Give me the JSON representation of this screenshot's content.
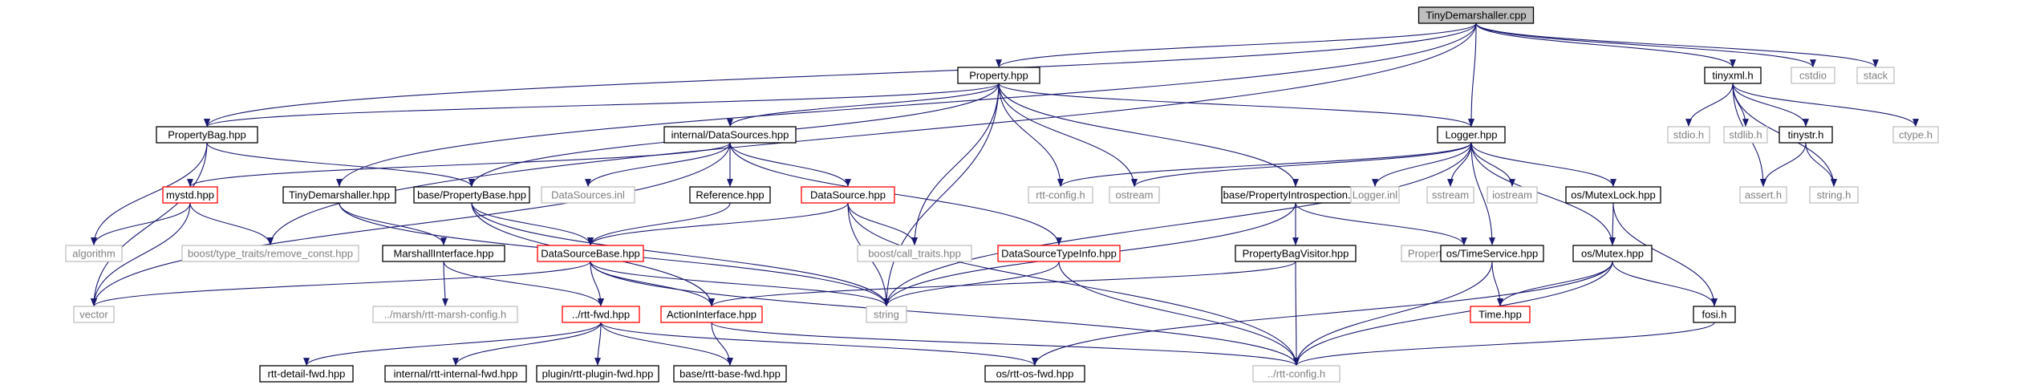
{
  "colors": {
    "edge": "#191970",
    "root_fill": "#bfbfbf",
    "normal_border": "#000000",
    "missing_border": "#bfbfbf",
    "missing_text": "#7f7f7f",
    "link_border": "#ff0000"
  },
  "nodes": {
    "n_root": {
      "label": "TinyDemarshaller.cpp",
      "style": "root"
    },
    "n_prop": {
      "label": "Property.hpp",
      "style": "normal"
    },
    "n_tinyxml": {
      "label": "tinyxml.h",
      "style": "normal"
    },
    "n_cstdio": {
      "label": "cstdio",
      "style": "missing"
    },
    "n_stack": {
      "label": "stack",
      "style": "missing"
    },
    "n_pbag": {
      "label": "PropertyBag.hpp",
      "style": "normal"
    },
    "n_ids": {
      "label": "internal/DataSources.hpp",
      "style": "normal"
    },
    "n_logger": {
      "label": "Logger.hpp",
      "style": "normal"
    },
    "n_stdioh": {
      "label": "stdio.h",
      "style": "missing"
    },
    "n_stdlib": {
      "label": "stdlib.h",
      "style": "missing"
    },
    "n_tinystr": {
      "label": "tinystr.h",
      "style": "normal"
    },
    "n_ctype": {
      "label": "ctype.h",
      "style": "missing"
    },
    "n_mystd": {
      "label": "mystd.hpp",
      "style": "link"
    },
    "n_tdemh": {
      "label": "TinyDemarshaller.hpp",
      "style": "normal"
    },
    "n_pbase": {
      "label": "base/PropertyBase.hpp",
      "style": "normal"
    },
    "n_dsinl": {
      "label": "DataSources.inl",
      "style": "missing"
    },
    "n_ref": {
      "label": "Reference.hpp",
      "style": "normal"
    },
    "n_ds": {
      "label": "DataSource.hpp",
      "style": "link"
    },
    "n_rttcfg": {
      "label": "rtt-config.h",
      "style": "missing"
    },
    "n_ostream": {
      "label": "ostream",
      "style": "missing"
    },
    "n_pintro": {
      "label": "base/PropertyIntrospection.hpp",
      "style": "normal"
    },
    "n_loginl": {
      "label": "Logger.inl",
      "style": "missing"
    },
    "n_sstream": {
      "label": "sstream",
      "style": "missing"
    },
    "n_iostream": {
      "label": "iostream",
      "style": "missing"
    },
    "n_mutexlk": {
      "label": "os/MutexLock.hpp",
      "style": "normal"
    },
    "n_assert": {
      "label": "assert.h",
      "style": "missing"
    },
    "n_stringh": {
      "label": "string.h",
      "style": "missing"
    },
    "n_algo": {
      "label": "algorithm",
      "style": "missing"
    },
    "n_rmconst": {
      "label": "boost/type_traits/remove_const.hpp",
      "style": "missing"
    },
    "n_marsh": {
      "label": "MarshallInterface.hpp",
      "style": "normal"
    },
    "n_dsbase": {
      "label": "DataSourceBase.hpp",
      "style": "link"
    },
    "n_calltr": {
      "label": "boost/call_traits.hpp",
      "style": "missing"
    },
    "n_dstinfo": {
      "label": "DataSourceTypeInfo.hpp",
      "style": "link"
    },
    "n_pbvis": {
      "label": "PropertyBagVisitor.hpp",
      "style": "normal"
    },
    "n_pinl": {
      "label": "PropertyIntrospection.inl",
      "style": "missing"
    },
    "n_timesvc": {
      "label": "os/TimeService.hpp",
      "style": "normal"
    },
    "n_mutex": {
      "label": "os/Mutex.hpp",
      "style": "normal"
    },
    "n_vector": {
      "label": "vector",
      "style": "missing"
    },
    "n_marshcfg": {
      "label": "../marsh/rtt-marsh-config.h",
      "style": "missing"
    },
    "n_rttfwd": {
      "label": "../rtt-fwd.hpp",
      "style": "link"
    },
    "n_action": {
      "label": "ActionInterface.hpp",
      "style": "link"
    },
    "n_string": {
      "label": "string",
      "style": "missing"
    },
    "n_time": {
      "label": "Time.hpp",
      "style": "link"
    },
    "n_fosi": {
      "label": "fosi.h",
      "style": "normal"
    },
    "n_detail": {
      "label": "rtt-detail-fwd.hpp",
      "style": "normal"
    },
    "n_ifwd": {
      "label": "internal/rtt-internal-fwd.hpp",
      "style": "normal"
    },
    "n_plugfwd": {
      "label": "plugin/rtt-plugin-fwd.hpp",
      "style": "normal"
    },
    "n_basefwd": {
      "label": "base/rtt-base-fwd.hpp",
      "style": "normal"
    },
    "n_osfwd": {
      "label": "os/rtt-os-fwd.hpp",
      "style": "normal"
    },
    "n_rttcfg2": {
      "label": "../rtt-config.h",
      "style": "missing"
    }
  },
  "edges": [
    [
      "n_root",
      "n_prop"
    ],
    [
      "n_root",
      "n_tinyxml"
    ],
    [
      "n_root",
      "n_cstdio"
    ],
    [
      "n_root",
      "n_stack"
    ],
    [
      "n_root",
      "n_pbag"
    ],
    [
      "n_root",
      "n_logger"
    ],
    [
      "n_root",
      "n_tdemh"
    ],
    [
      "n_root",
      "n_rmconst"
    ],
    [
      "n_tinyxml",
      "n_stdioh"
    ],
    [
      "n_tinyxml",
      "n_stdlib"
    ],
    [
      "n_tinyxml",
      "n_tinystr"
    ],
    [
      "n_tinyxml",
      "n_ctype"
    ],
    [
      "n_tinyxml",
      "n_assert"
    ],
    [
      "n_tinyxml",
      "n_stringh"
    ],
    [
      "n_tinystr",
      "n_assert"
    ],
    [
      "n_tinystr",
      "n_stringh"
    ],
    [
      "n_prop",
      "n_pbag"
    ],
    [
      "n_prop",
      "n_ids"
    ],
    [
      "n_prop",
      "n_logger"
    ],
    [
      "n_prop",
      "n_pbase"
    ],
    [
      "n_prop",
      "n_rttcfg"
    ],
    [
      "n_prop",
      "n_ostream"
    ],
    [
      "n_prop",
      "n_pintro"
    ],
    [
      "n_prop",
      "n_calltr"
    ],
    [
      "n_prop",
      "n_string"
    ],
    [
      "n_pbag",
      "n_algo"
    ],
    [
      "n_pbag",
      "n_vector"
    ],
    [
      "n_pbag",
      "n_pbase"
    ],
    [
      "n_ids",
      "n_mystd"
    ],
    [
      "n_ids",
      "n_vector"
    ],
    [
      "n_ids",
      "n_dsinl"
    ],
    [
      "n_ids",
      "n_ref"
    ],
    [
      "n_ids",
      "n_ds"
    ],
    [
      "n_ids",
      "n_dstinfo"
    ],
    [
      "n_logger",
      "n_rttcfg"
    ],
    [
      "n_logger",
      "n_ostream"
    ],
    [
      "n_logger",
      "n_loginl"
    ],
    [
      "n_logger",
      "n_sstream"
    ],
    [
      "n_logger",
      "n_iostream"
    ],
    [
      "n_logger",
      "n_mutexlk"
    ],
    [
      "n_logger",
      "n_timesvc"
    ],
    [
      "n_logger",
      "n_mutex"
    ],
    [
      "n_logger",
      "n_string"
    ],
    [
      "n_mystd",
      "n_algo"
    ],
    [
      "n_mystd",
      "n_rmconst"
    ],
    [
      "n_mystd",
      "n_vector"
    ],
    [
      "n_tdemh",
      "n_marsh"
    ],
    [
      "n_tdemh",
      "n_string"
    ],
    [
      "n_pbase",
      "n_dsbase"
    ],
    [
      "n_pbase",
      "n_string"
    ],
    [
      "n_pbase",
      "n_action"
    ],
    [
      "n_ref",
      "n_dsbase"
    ],
    [
      "n_ds",
      "n_dsbase"
    ],
    [
      "n_ds",
      "n_calltr"
    ],
    [
      "n_ds",
      "n_string"
    ],
    [
      "n_ds",
      "n_rttcfg2"
    ],
    [
      "n_pintro",
      "n_pbvis"
    ],
    [
      "n_pintro",
      "n_pinl"
    ],
    [
      "n_pintro",
      "n_string"
    ],
    [
      "n_mutexlk",
      "n_mutex"
    ],
    [
      "n_mutexlk",
      "n_fosi"
    ],
    [
      "n_marsh",
      "n_marshcfg"
    ],
    [
      "n_marsh",
      "n_rttfwd"
    ],
    [
      "n_dsbase",
      "n_vector"
    ],
    [
      "n_dsbase",
      "n_rttfwd"
    ],
    [
      "n_dsbase",
      "n_action"
    ],
    [
      "n_dsbase",
      "n_string"
    ],
    [
      "n_dsbase",
      "n_rttcfg2"
    ],
    [
      "n_dstinfo",
      "n_string"
    ],
    [
      "n_dstinfo",
      "n_rttcfg2"
    ],
    [
      "n_pbvis",
      "n_action"
    ],
    [
      "n_pbvis",
      "n_rttcfg2"
    ],
    [
      "n_timesvc",
      "n_time"
    ],
    [
      "n_timesvc",
      "n_rttcfg2"
    ],
    [
      "n_mutex",
      "n_time"
    ],
    [
      "n_mutex",
      "n_fosi"
    ],
    [
      "n_mutex",
      "n_osfwd"
    ],
    [
      "n_mutex",
      "n_rttcfg2"
    ],
    [
      "n_fosi",
      "n_rttcfg2"
    ],
    [
      "n_rttfwd",
      "n_detail"
    ],
    [
      "n_rttfwd",
      "n_ifwd"
    ],
    [
      "n_rttfwd",
      "n_plugfwd"
    ],
    [
      "n_rttfwd",
      "n_basefwd"
    ],
    [
      "n_rttfwd",
      "n_osfwd"
    ],
    [
      "n_action",
      "n_basefwd"
    ],
    [
      "n_action",
      "n_rttcfg2"
    ]
  ]
}
